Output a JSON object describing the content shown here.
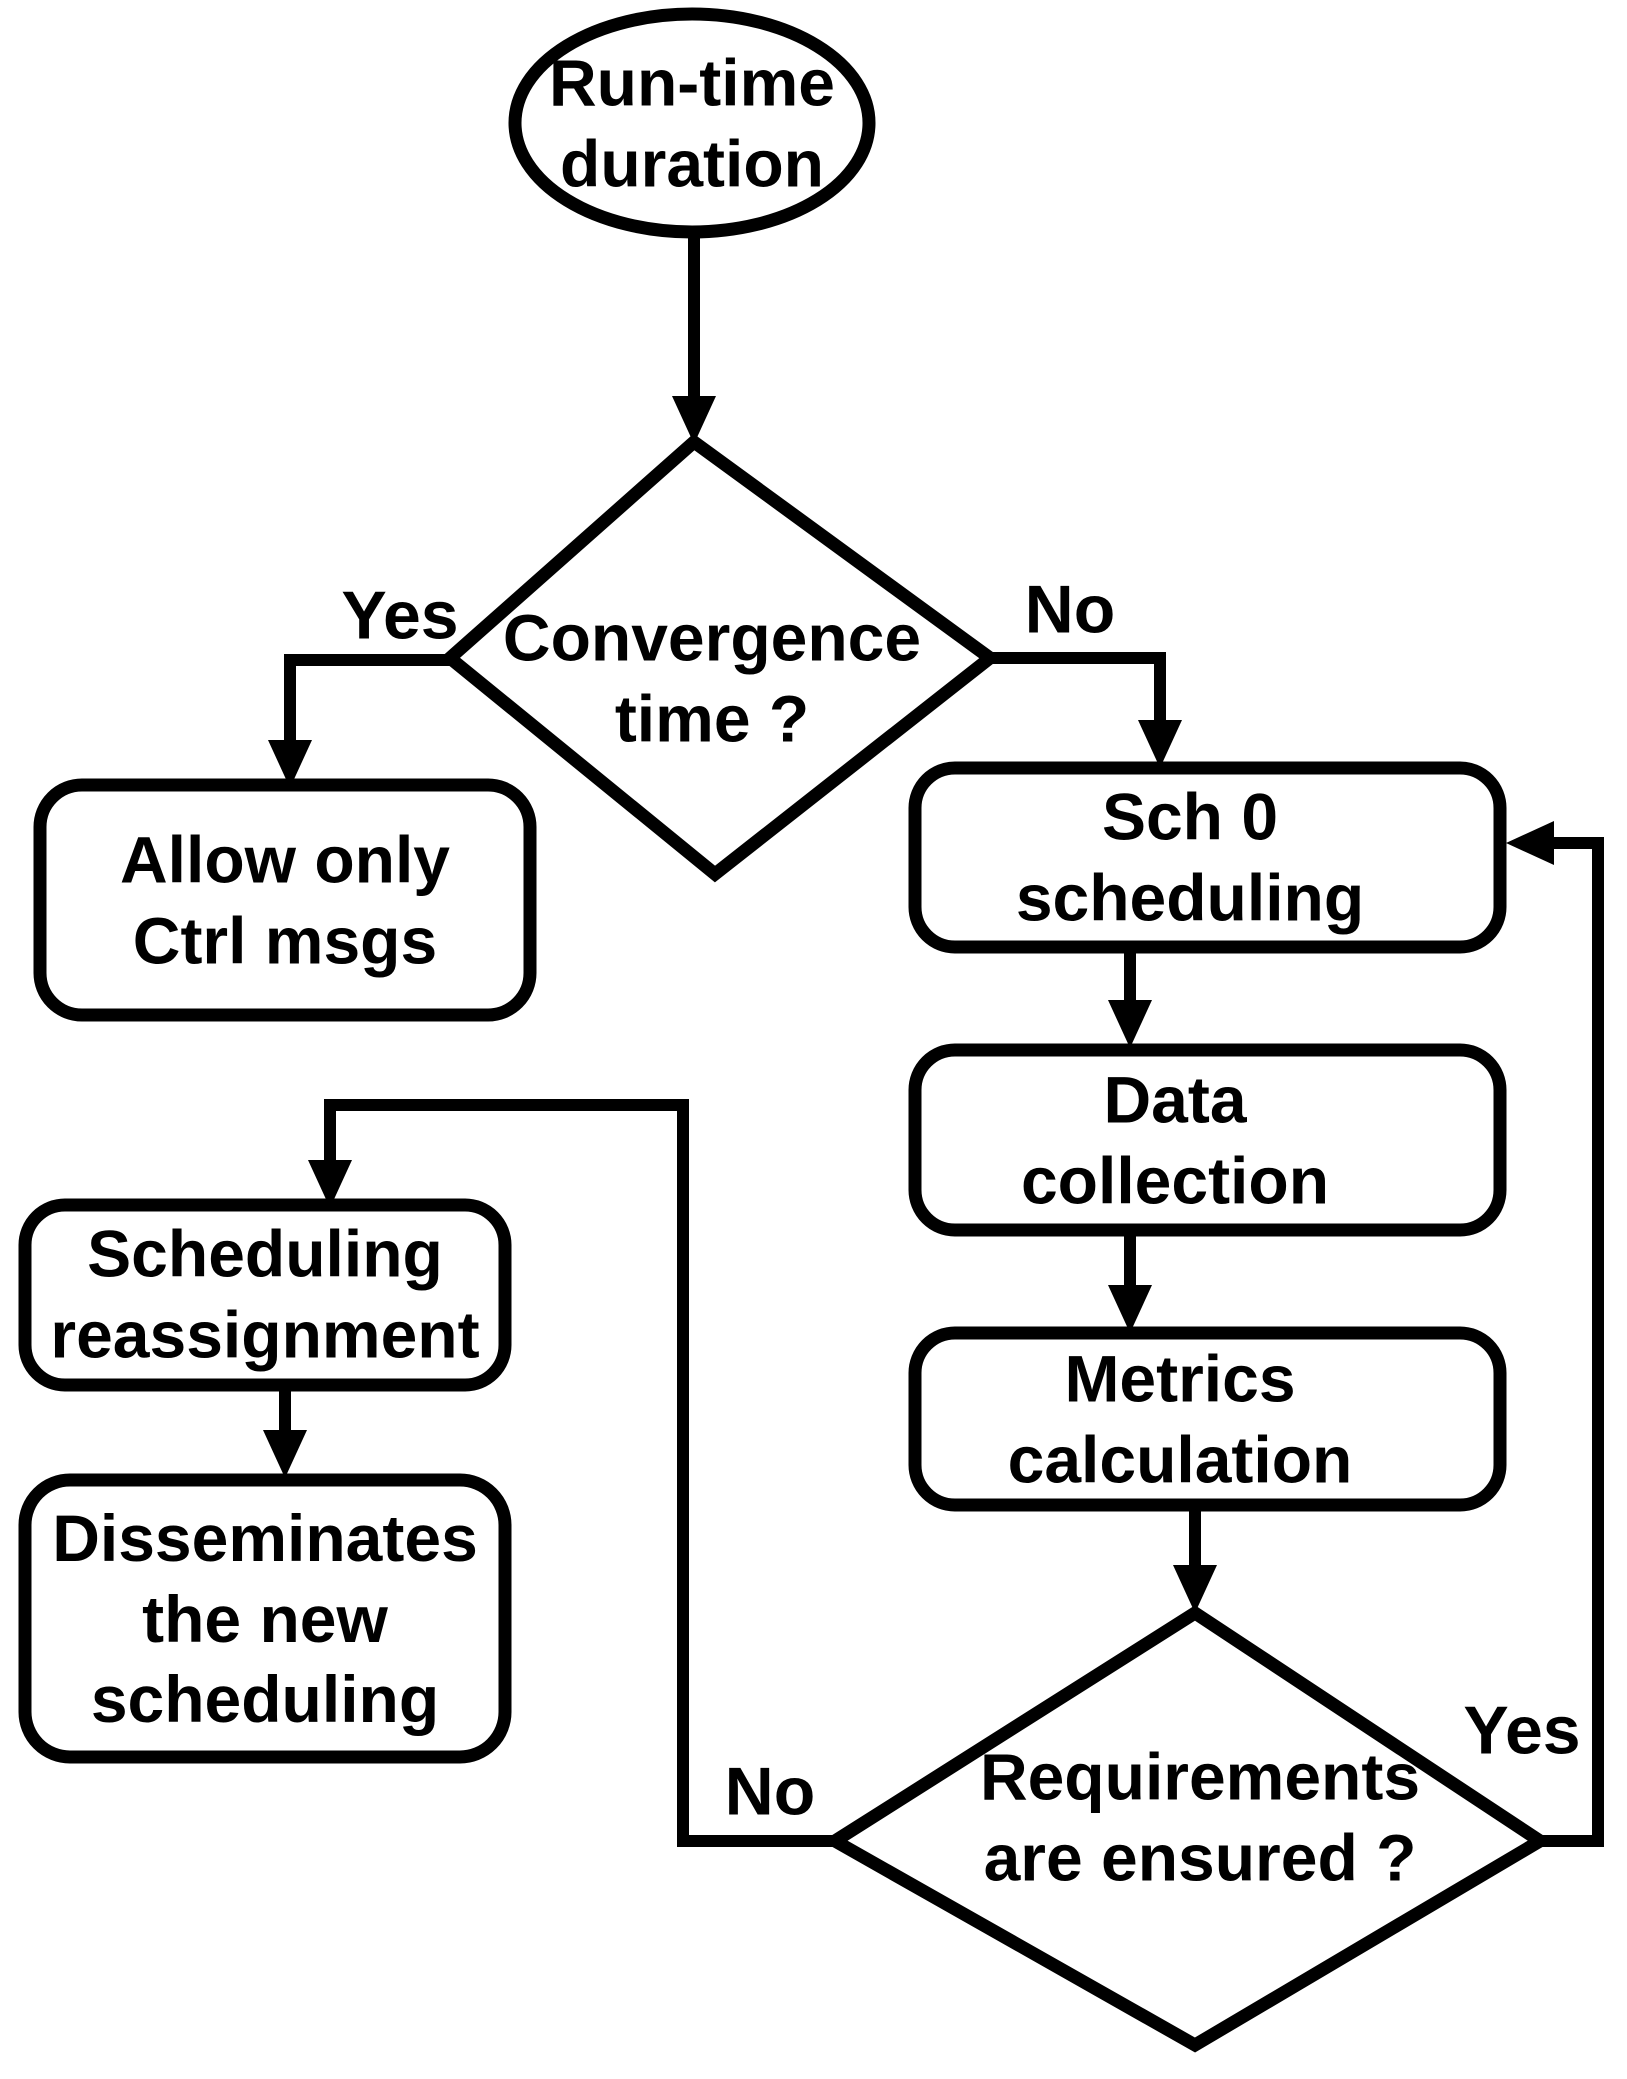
{
  "flowchart": {
    "background_color": "#ffffff",
    "stroke_color": "#000000",
    "text_color": "#000000",
    "nodes": [
      {
        "id": "start",
        "type": "terminator-ellipse",
        "label": "Run-time\nduration"
      },
      {
        "id": "convergence",
        "type": "decision-diamond",
        "label": "Convergence\ntime ?"
      },
      {
        "id": "allow",
        "type": "process-box",
        "label": "Allow only\nCtrl msgs"
      },
      {
        "id": "sch0",
        "type": "process-box",
        "label": "Sch 0\nscheduling"
      },
      {
        "id": "data",
        "type": "process-box",
        "label": "Data\ncollection"
      },
      {
        "id": "metrics",
        "type": "process-box",
        "label": "Metrics\ncalculation"
      },
      {
        "id": "requirements",
        "type": "decision-diamond",
        "label": "Requirements\nare ensured ?"
      },
      {
        "id": "reassign",
        "type": "process-box",
        "label": "Scheduling\nreassignment"
      },
      {
        "id": "disseminate",
        "type": "process-box",
        "label": "Disseminates\nthe new\nscheduling"
      }
    ],
    "edges": [
      {
        "from": "start",
        "to": "convergence",
        "label": ""
      },
      {
        "from": "convergence",
        "to": "allow",
        "label": "Yes"
      },
      {
        "from": "convergence",
        "to": "sch0",
        "label": "No"
      },
      {
        "from": "sch0",
        "to": "data",
        "label": ""
      },
      {
        "from": "data",
        "to": "metrics",
        "label": ""
      },
      {
        "from": "metrics",
        "to": "requirements",
        "label": ""
      },
      {
        "from": "requirements",
        "to": "sch0",
        "label": "Yes"
      },
      {
        "from": "requirements",
        "to": "reassign",
        "label": "No"
      },
      {
        "from": "reassign",
        "to": "disseminate",
        "label": ""
      }
    ]
  }
}
